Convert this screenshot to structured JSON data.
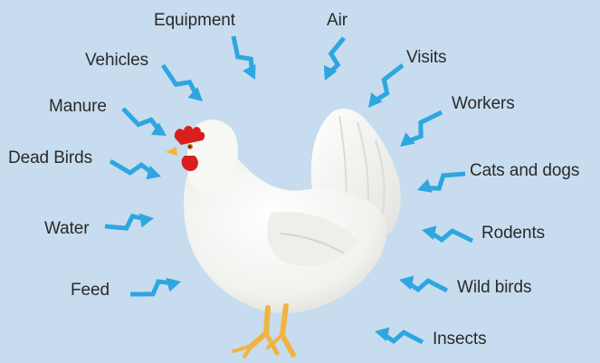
{
  "colors": {
    "background": "#c7dcef",
    "arrow": "#2ea6e0",
    "text": "#2a2a2a",
    "comb": "#d81e1e"
  },
  "subject": {
    "icon": "chicken-icon"
  },
  "sources": [
    {
      "id": "equipment",
      "label": "Equipment",
      "icon": "zigzag-arrow-icon"
    },
    {
      "id": "air",
      "label": "Air",
      "icon": "zigzag-arrow-icon"
    },
    {
      "id": "vehicles",
      "label": "Vehicles",
      "icon": "zigzag-arrow-icon"
    },
    {
      "id": "visits",
      "label": "Visits",
      "icon": "zigzag-arrow-icon"
    },
    {
      "id": "manure",
      "label": "Manure",
      "icon": "zigzag-arrow-icon"
    },
    {
      "id": "workers",
      "label": "Workers",
      "icon": "zigzag-arrow-icon"
    },
    {
      "id": "dead-birds",
      "label": "Dead Birds",
      "icon": "zigzag-arrow-icon"
    },
    {
      "id": "cats-dogs",
      "label": "Cats and dogs",
      "icon": "zigzag-arrow-icon"
    },
    {
      "id": "water",
      "label": "Water",
      "icon": "zigzag-arrow-icon"
    },
    {
      "id": "rodents",
      "label": "Rodents",
      "icon": "zigzag-arrow-icon"
    },
    {
      "id": "feed",
      "label": "Feed",
      "icon": "zigzag-arrow-icon"
    },
    {
      "id": "wild-birds",
      "label": "Wild birds",
      "icon": "zigzag-arrow-icon"
    },
    {
      "id": "insects",
      "label": "Insects",
      "icon": "zigzag-arrow-icon"
    }
  ]
}
